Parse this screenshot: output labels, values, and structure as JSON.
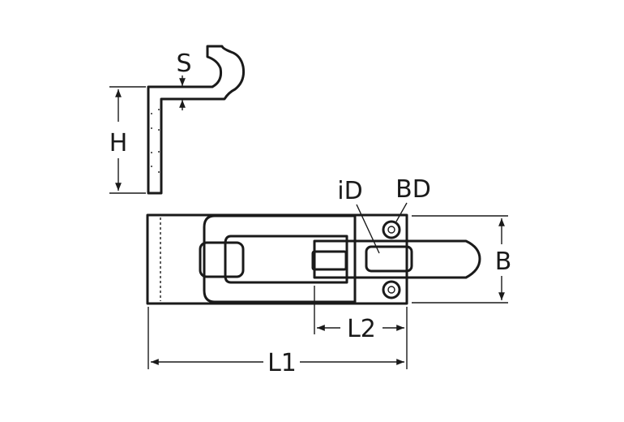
{
  "labels": {
    "s": "S",
    "h": "H",
    "id": "iD",
    "bd": "BD",
    "b": "B",
    "l1": "L1",
    "l2": "L2"
  },
  "colors": {
    "line": "#1a1a1a",
    "background": "#ffffff"
  }
}
